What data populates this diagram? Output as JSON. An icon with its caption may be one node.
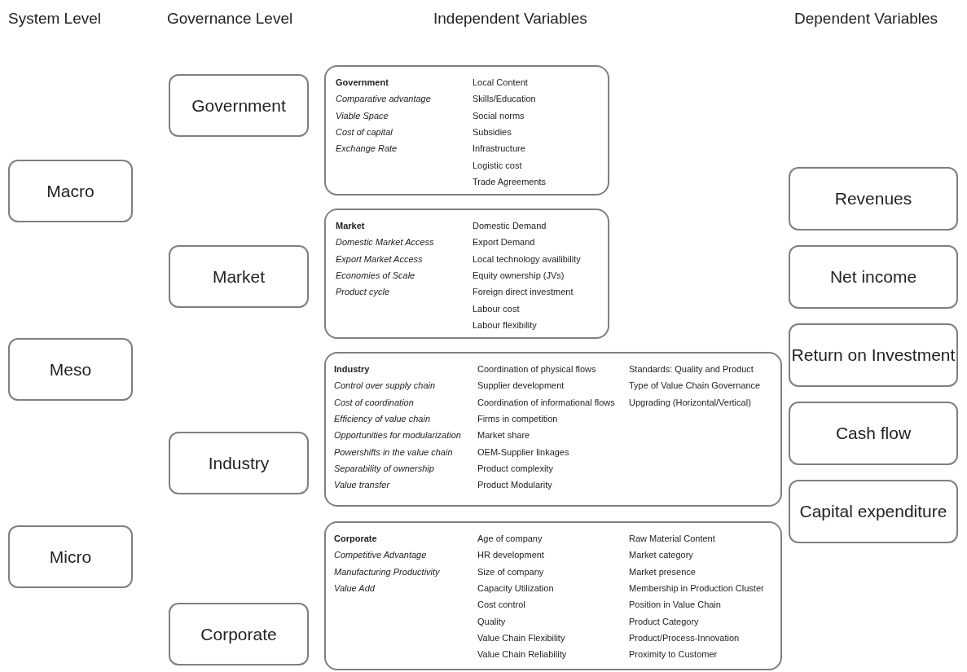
{
  "diagram": {
    "nodes": [
      {
        "text": [
          "Macro"
        ]
      },
      {
        "text": [
          "Meso"
        ]
      },
      {
        "text": [
          "Micro"
        ]
      },
      {
        "text": [
          "Government"
        ]
      },
      {
        "text": [
          "Market"
        ]
      },
      {
        "text": [
          "Industry"
        ]
      },
      {
        "text": [
          "Corporate"
        ]
      },
      {
        "text": [
          "Government",
          "Comparative advantage",
          "Viable Space",
          "Cost of capital",
          "Exchange Rate",
          "Local Content",
          "Skills/Education",
          "Social norms",
          "Subsidies",
          "Infrastructure",
          "Logistic cost",
          "Trade Agreements"
        ]
      },
      {
        "text": [
          "Market",
          "Domestic Market Access",
          "Export Market Access",
          "Economies of Scale",
          "Product cycle",
          "Domestic Demand",
          "Export Demand",
          "Local technology availibility",
          "Equity ownership (JVs)",
          "Foreign direct investment",
          "Labour cost",
          "Labour flexibility"
        ]
      },
      {
        "text": [
          "Industry",
          "Control over supply chain",
          "Cost of coordination",
          "Efficiency of value chain",
          "Opportunities for modularization",
          "Powershifts in the value chain",
          "Separability of ownership",
          "Value transfer",
          "Coordination of physical flows",
          "Supplier development",
          "Coordination of informational flows",
          "Firms in competition",
          "Market share",
          "OEM-Supplier linkages",
          "Product complexity",
          "Product Modularity",
          "Standards: Quality and Product",
          "Type of Value Chain Governance",
          "Upgrading (Horizontal/Vertical)"
        ]
      },
      {
        "text": [
          "Corporate",
          "Competitive Advantage",
          "Manufacturing Productivity",
          "Value Add",
          "Age of company",
          "HR development",
          "Size of company",
          "Capacity Utilization",
          "Cost control",
          "Quality",
          "Value Chain Flexibility",
          "Value Chain Reliability",
          "Raw Material Content",
          "Market category",
          "Market presence",
          "Membership in Production Cluster",
          "Position in Value Chain",
          "Product Category",
          "Product/Process-Innovation",
          "Proximity to Customer"
        ]
      },
      {
        "text": [
          "Revenues"
        ]
      },
      {
        "text": [
          "Net income"
        ]
      },
      {
        "text": [
          "Return on Investment"
        ]
      },
      {
        "text": [
          "Cash flow"
        ]
      },
      {
        "text": [
          "Capital expenditure"
        ]
      }
    ],
    "labels": [
      "System Level",
      "Governance Level",
      "Independent Variables",
      "Dependent Variables"
    ]
  }
}
